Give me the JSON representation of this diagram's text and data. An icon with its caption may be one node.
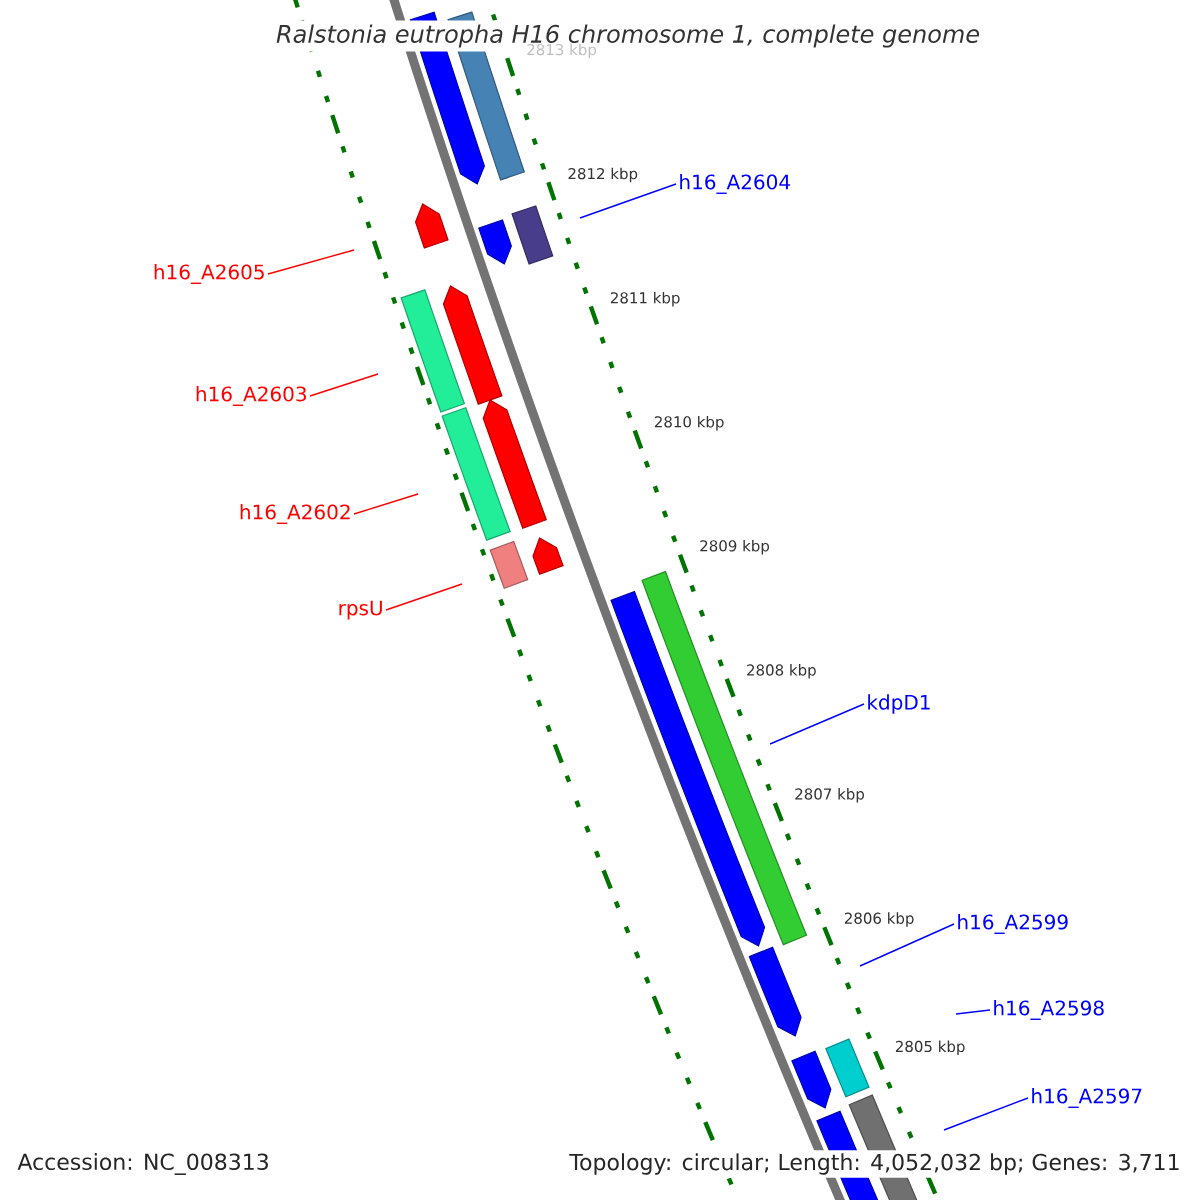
{
  "diagram": {
    "title": "Ralstonia eutropha H16 chromosome 1, complete genome",
    "nodes": [
      {
        "text": [
          "h16_A2604"
        ]
      },
      {
        "text": [
          "h16_A2605"
        ]
      },
      {
        "text": [
          "h16_A2603"
        ]
      },
      {
        "text": [
          "h16_A2602"
        ]
      },
      {
        "text": [
          "rpsU"
        ]
      },
      {
        "text": [
          "kdpD1"
        ]
      },
      {
        "text": [
          "h16_A2599"
        ]
      },
      {
        "text": [
          "h16_A2598"
        ]
      },
      {
        "text": [
          "h16_A2597"
        ]
      }
    ],
    "edges": [
      {
        "from": 0,
        "to": null,
        "arrow": "none"
      },
      {
        "from": 1,
        "to": null,
        "arrow": "none",
        "color": "#ff0000"
      },
      {
        "from": 2,
        "to": null,
        "arrow": "none",
        "color": "#ff0000"
      },
      {
        "from": 3,
        "to": null,
        "arrow": "none",
        "color": "#ff0000"
      },
      {
        "from": 4,
        "to": null,
        "arrow": "none",
        "color": "#ff0000"
      },
      {
        "from": 5,
        "to": null,
        "arrow": "none"
      },
      {
        "from": 6,
        "to": null,
        "arrow": "none"
      },
      {
        "from": 7,
        "to": null,
        "arrow": "none"
      },
      {
        "from": 8,
        "to": null,
        "arrow": "none"
      }
    ],
    "labels": [
      "2813 kbp",
      "2812 kbp",
      "2811 kbp",
      "2810 kbp",
      "2809 kbp",
      "2808 kbp",
      "2807 kbp",
      "2806 kbp",
      "2805 kbp",
      "Accession: NC_008313",
      "Topology: circular; Length: 4,052,032 bp; Genes: 3,711"
    ]
  }
}
